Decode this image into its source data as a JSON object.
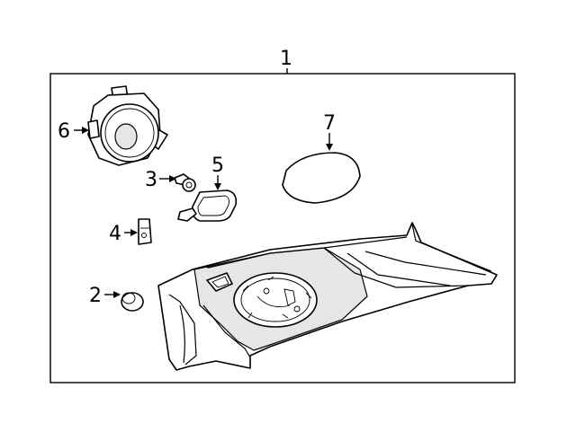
{
  "diagram": {
    "callouts": [
      {
        "id": "1",
        "label": "1"
      },
      {
        "id": "2",
        "label": "2"
      },
      {
        "id": "3",
        "label": "3"
      },
      {
        "id": "4",
        "label": "4"
      },
      {
        "id": "5",
        "label": "5"
      },
      {
        "id": "6",
        "label": "6"
      },
      {
        "id": "7",
        "label": "7"
      }
    ],
    "colors": {
      "line": "#000000",
      "background": "#ffffff",
      "shade": "#e6e6e6"
    }
  }
}
